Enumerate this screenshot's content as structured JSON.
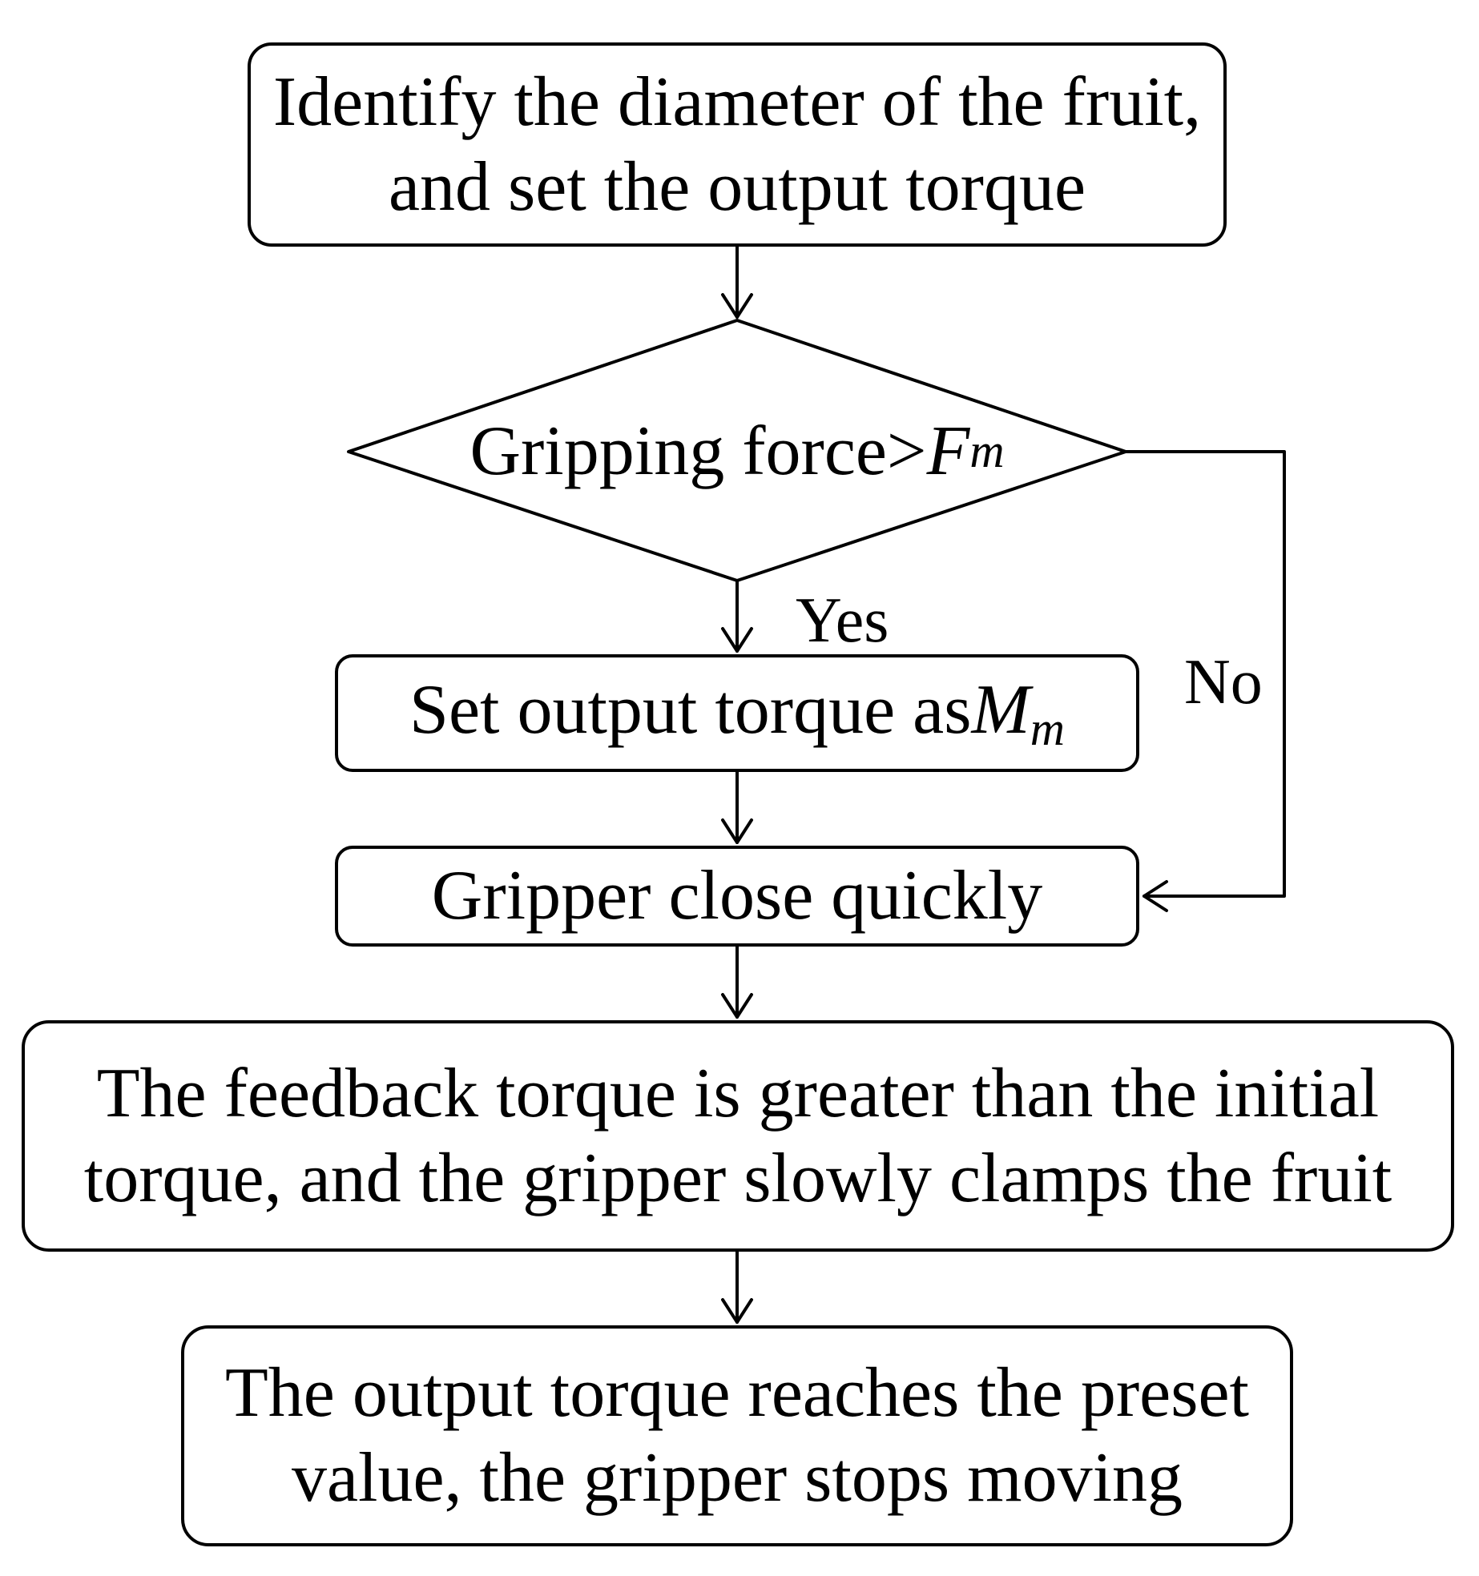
{
  "nodes": {
    "step_identify": {
      "line1": "Identify the diameter of the fruit,",
      "line2": "and set the output torque"
    },
    "decision": {
      "text": "Gripping force>",
      "var": "F",
      "sub": "m"
    },
    "step_set_torque": {
      "text": "Set output torque as ",
      "var": "M",
      "sub": "m"
    },
    "step_close": {
      "text": "Gripper close quickly"
    },
    "step_feedback": {
      "line1": "The feedback torque is greater than the initial",
      "line2": "torque, and the gripper slowly clamps the fruit"
    },
    "step_stop": {
      "line1": "The output torque reaches the preset",
      "line2": "value, the gripper stops moving"
    }
  },
  "branch_labels": {
    "yes": "Yes",
    "no": "No"
  }
}
